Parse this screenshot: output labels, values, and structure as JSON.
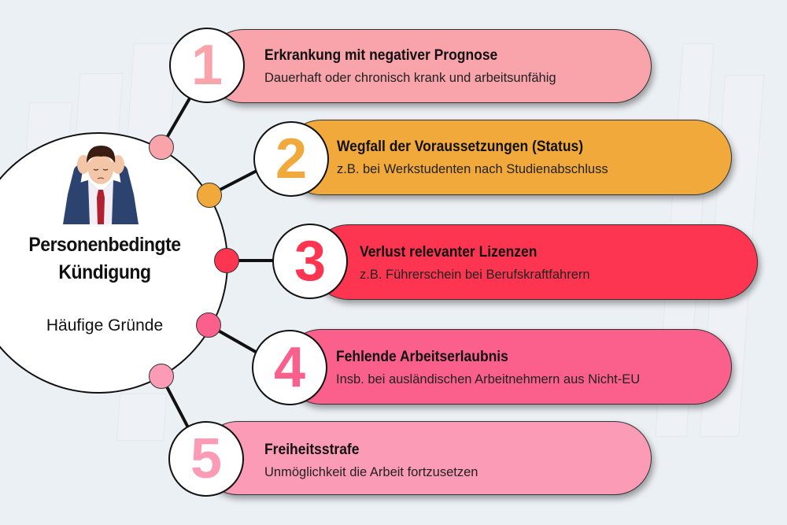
{
  "hub": {
    "title_line1": "Personenbedingte",
    "title_line2": "Kündigung",
    "subtitle": "Häufige Gründe",
    "illustration": "stressed-businessman-icon"
  },
  "colors": {
    "background": "#ebf0f4",
    "item1": "#f9a3ab",
    "item2": "#f2a93b",
    "item3": "#fd3550",
    "item4": "#fb5f8c",
    "item5": "#fc9bb6"
  },
  "items": [
    {
      "number": "1",
      "title": "Erkrankung mit negativer Prognose",
      "description": "Dauerhaft oder chronisch krank und arbeitsunfähig",
      "color": "#f9a3ab"
    },
    {
      "number": "2",
      "title": "Wegfall der Voraussetzungen (Status)",
      "description": "z.B. bei Werkstudenten nach Studienabschluss",
      "color": "#f2a93b"
    },
    {
      "number": "3",
      "title": "Verlust relevanter Lizenzen",
      "description": "z.B. Führerschein bei Berufskraftfahrern",
      "color": "#fd3550"
    },
    {
      "number": "4",
      "title": "Fehlende Arbeitserlaubnis",
      "description": "Insb. bei ausländischen Arbeitnehmern aus Nicht-EU",
      "color": "#fb5f8c"
    },
    {
      "number": "5",
      "title": "Freiheitsstrafe",
      "description": "Unmöglichkeit die Arbeit fortzusetzen",
      "color": "#fc9bb6"
    }
  ]
}
